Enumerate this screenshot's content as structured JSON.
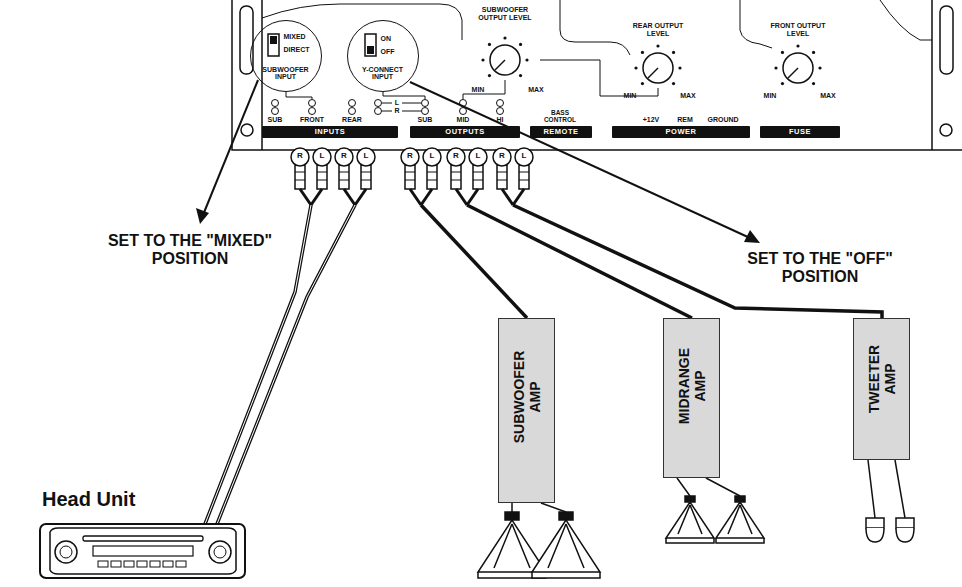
{
  "diagram": {
    "nodes": [
      {
        "text": [
          "MIXED",
          "DIRECT",
          "SUBWOOFER INPUT"
        ]
      },
      {
        "text": [
          "ON",
          "OFF",
          "Y-CONNECT INPUT"
        ]
      },
      {
        "text": [
          "INPUTS"
        ]
      },
      {
        "text": [
          "OUTPUTS"
        ]
      },
      {
        "text": [
          "REMOTE"
        ]
      },
      {
        "text": [
          "POWER"
        ]
      },
      {
        "text": [
          "FUSE"
        ]
      },
      {
        "text": [
          "Head Unit"
        ]
      },
      {
        "text": [
          "SUBWOOFER AMP"
        ]
      },
      {
        "text": [
          "MIDRANGE AMP"
        ]
      },
      {
        "text": [
          "TWEETER AMP"
        ]
      }
    ],
    "labels": [
      "SUBWOOFER OUTPUT LEVEL",
      "MIN",
      "MAX",
      "REAR OUTPUT LEVEL",
      "MIN",
      "MAX",
      "FRONT OUTPUT LEVEL",
      "MIN",
      "MAX",
      "SUB",
      "FRONT",
      "REAR",
      "L",
      "R",
      "SUB",
      "MID",
      "HI",
      "BASS CONTROL",
      "+12V",
      "REM",
      "GROUND",
      "R",
      "L",
      "R",
      "L",
      "R",
      "L",
      "R",
      "L",
      "R",
      "L",
      "SET TO THE \"MIXED\" POSITION",
      "SET TO THE \"OFF\" POSITION"
    ]
  }
}
